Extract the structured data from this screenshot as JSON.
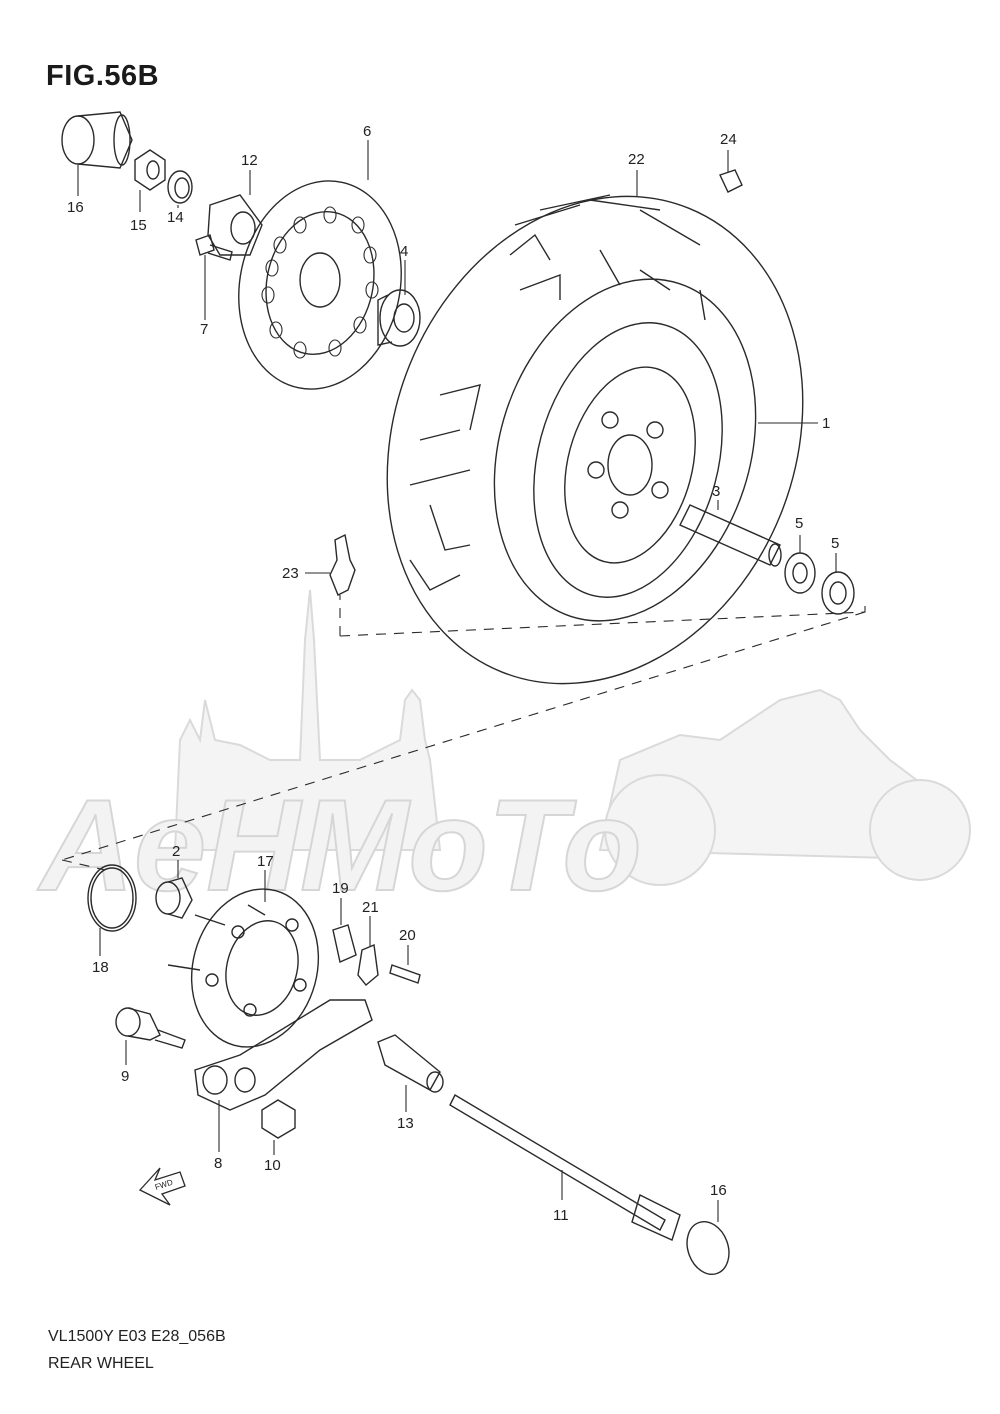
{
  "figure": {
    "title": "FIG.56B"
  },
  "footer": {
    "model_code": "VL1500Y  E03  E28_056B",
    "section_title": "REAR WHEEL"
  },
  "watermark": {
    "text": "AeHMoTo"
  },
  "fwd_arrow": {
    "label": "FWD"
  },
  "callouts": [
    "1",
    "2",
    "3",
    "4",
    "5",
    "5",
    "6",
    "7",
    "8",
    "9",
    "10",
    "11",
    "12",
    "13",
    "14",
    "15",
    "16",
    "16",
    "17",
    "18",
    "19",
    "20",
    "21",
    "22",
    "23",
    "24"
  ],
  "colors": {
    "line": "#2a2a2a",
    "watermark_fill": "#f3f3f3",
    "watermark_stroke": "#d6d6d6"
  }
}
